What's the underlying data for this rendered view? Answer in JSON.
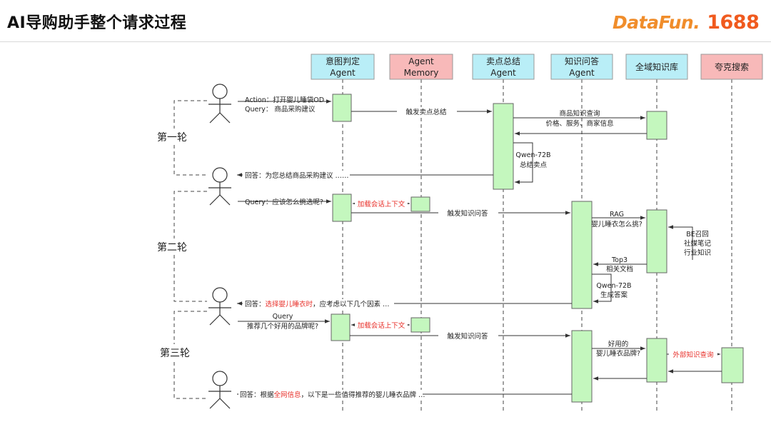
{
  "slide": {
    "title": "AI导购助手整个请求过程"
  },
  "logo": {
    "datafun": "DataFun.",
    "brand1688": "1688"
  },
  "actors": [
    {
      "line1": "意图判定",
      "line2": "Agent",
      "color": "#b9eef7"
    },
    {
      "line1": "Agent",
      "line2": "Memory",
      "color": "#f8b9b9"
    },
    {
      "line1": "卖点总结",
      "line2": "Agent",
      "color": "#b9eef7"
    },
    {
      "line1": "知识问答",
      "line2": "Agent",
      "color": "#b9eef7"
    },
    {
      "line1": "全域知识库",
      "line2": "",
      "color": "#b9eef7"
    },
    {
      "line1": "夸克搜索",
      "line2": "",
      "color": "#f8b9b9"
    }
  ],
  "rounds": [
    {
      "label": "第一轮"
    },
    {
      "label": "第二轮"
    },
    {
      "label": "第三轮"
    }
  ],
  "user_messages": {
    "r1_action": "Action：打开婴儿睡袋OD",
    "r1_query": "Query：  商品采购建议",
    "r1_answer": "回答：为您总结商品采购建议 ……",
    "r2_query": "Query：应该怎么挑选呢?",
    "r2_answer_pre": "回答：",
    "r2_answer_red": "选择婴儿睡衣时",
    "r2_answer_post": "，应考虑以下几个因素 …",
    "r3_query_1": "Query",
    "r3_query_2": "推荐几个好用的品牌呢?",
    "r3_answer_pre": "回答：根据",
    "r3_answer_red": "全网信息",
    "r3_answer_post": "，以下是一些值得推荐的婴儿睡衣品牌 …"
  },
  "messages": {
    "trigger_summary": "触发卖点总结",
    "kb_query_1": "商品知识查询",
    "kb_query_2": "价格、服务、商家信息",
    "qwen_1": "Qwen-72B",
    "qwen_2": "总结卖点",
    "load_context": "加载会话上下文",
    "trigger_qa": "触发知识问答",
    "rag_1": "RAG",
    "rag_2": "婴儿睡衣怎么挑?",
    "be_1": "BE召回",
    "be_2": "社媒笔记",
    "be_3": "行业知识",
    "top3_1": "Top3",
    "top3_2": "相关文档",
    "qwen2_1": "Qwen-72B",
    "qwen2_2": "生成答案",
    "load_context_3": "加载会话上下文",
    "trigger_qa_3": "触发知识问答",
    "brand_1": "好用的",
    "brand_2": "婴儿睡衣品牌?",
    "external_search": "外部知识查询"
  },
  "colors": {
    "activation": "#c4f7be",
    "highlight_red": "#e8302a",
    "brand_orange": "#f08d2b"
  }
}
